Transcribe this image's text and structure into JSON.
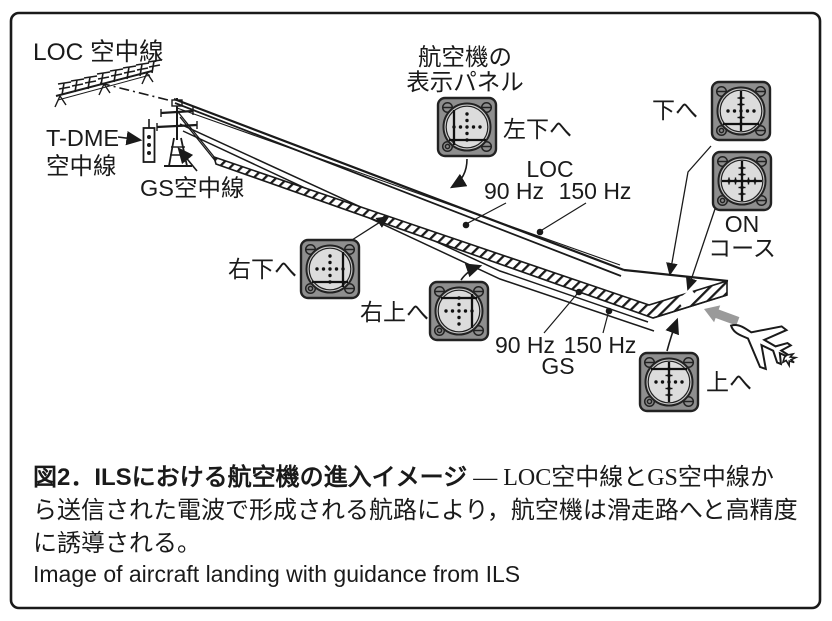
{
  "diagram": {
    "antennas": {
      "loc_label": "LOC 空中線",
      "tdme_label_line1": "T-DME",
      "tdme_label_line2": "空中線",
      "gs_label": "GS空中線"
    },
    "panel_label": {
      "line1": "航空機の",
      "line2": "表示パネル"
    },
    "loc_beam": {
      "name": "LOC",
      "left_freq": "90 Hz",
      "right_freq": "150 Hz"
    },
    "gs_beam": {
      "name": "GS",
      "left_freq": "90 Hz",
      "right_freq": "150 Hz"
    },
    "gauges": [
      {
        "id": "left-down",
        "label": "左下へ",
        "vertical_needle": "left",
        "horizontal_needle": "down"
      },
      {
        "id": "right-down",
        "label": "右下へ",
        "vertical_needle": "right",
        "horizontal_needle": "down"
      },
      {
        "id": "right-up",
        "label": "右上へ",
        "vertical_needle": "right",
        "horizontal_needle": "up"
      },
      {
        "id": "up",
        "label": "上へ",
        "vertical_needle": "center",
        "horizontal_needle": "up"
      },
      {
        "id": "down",
        "label": "下へ",
        "vertical_needle": "center",
        "horizontal_needle": "down"
      },
      {
        "id": "on-course",
        "label_line1": "ON",
        "label_line2": "コース",
        "vertical_needle": "center",
        "horizontal_needle": "center"
      }
    ],
    "colors": {
      "line": "#1a1a1a",
      "gauge_body": "#8e8e8e",
      "gauge_ring": "#c7c7c7",
      "gauge_face": "#dcdcdc",
      "direction_arrow": "#9a9a9a"
    }
  },
  "caption": {
    "title_bold": "図2．ILSにおける航空機の進入イメージ",
    "line1_rest": " ― LOC空中線とGS空中線か",
    "line2": "ら送信された電波で形成される航路により，航空機は滑走路へと高精度",
    "line3": "に誘導される。",
    "english": "Image of aircraft landing with guidance from ILS"
  }
}
